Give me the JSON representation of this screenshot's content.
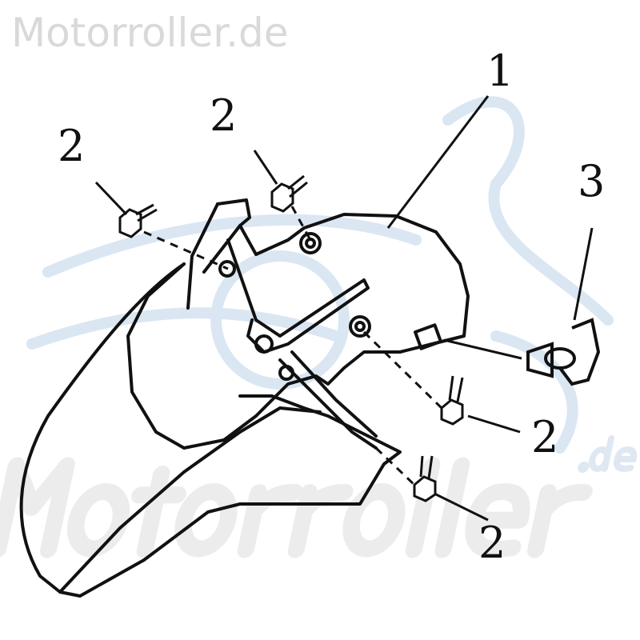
{
  "watermark": {
    "top": "Motorroller.de",
    "big": "Motorroller",
    "suffix": ".de"
  },
  "callouts": {
    "part1": "1",
    "part2": "2",
    "part3": "3"
  },
  "colors": {
    "line": "#111111",
    "logo": "#dbe6f3",
    "watermark": "#d9d9d9"
  }
}
